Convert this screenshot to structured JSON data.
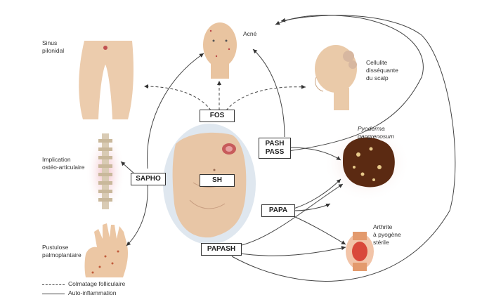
{
  "labels": {
    "sinus": "Sinus\npilonidal",
    "acne": "Acné",
    "cellulite": "Cellulite\ndisséquante\ndu scalp",
    "pyoderma": "Pyoderma\ngangrenosum",
    "implication": "Implication\nostéo-articulaire",
    "pustulose": "Pustulose\npalmoplantaire",
    "arthrite": "Arthrite\nà pyogène\nstérile"
  },
  "boxes": {
    "fos": "FOS",
    "pash": "PASH\nPASS",
    "sh": "SH",
    "sapho": "SAPHO",
    "papa": "PAPA",
    "papash": "PAPASH"
  },
  "legend": {
    "dashed": "Colmatage folliculaire",
    "solid": "Auto-inflammation"
  },
  "colors": {
    "skin": "#e9c9a8",
    "center_circle": "#dde6ee",
    "pyoderma_ring": "#e8d2cc",
    "wound": "#5b2a12",
    "spine_glow": "#f3c9cf"
  }
}
